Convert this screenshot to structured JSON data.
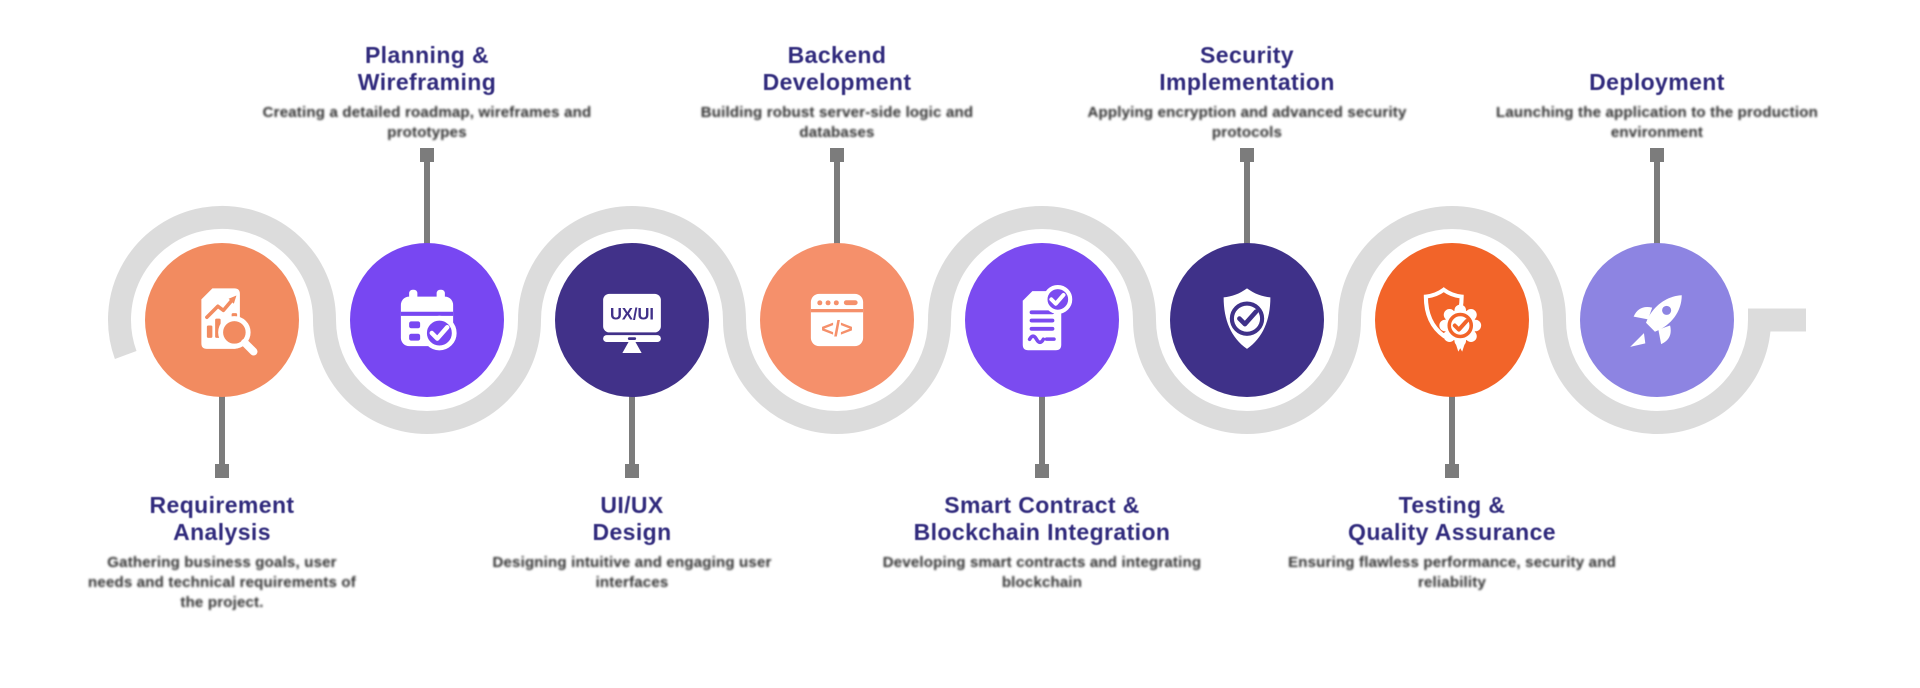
{
  "colors": {
    "background": "#ffffff",
    "ribbon": "#dcdcdc",
    "connector": "#7c7c7c",
    "title": "#312b7d",
    "description": "#2f2f2f"
  },
  "stages": [
    {
      "title": "Requirement\nAnalysis",
      "description": "Gathering business goals, user needs and technical requirements of the project.",
      "label_position": "bottom",
      "circle_color": "#f28b60",
      "icon": "analysis-document-magnifier-icon"
    },
    {
      "title": "Planning &\nWireframing",
      "description": "Creating a detailed roadmap, wireframes and prototypes",
      "label_position": "top",
      "circle_color": "#7847f2",
      "icon": "calendar-check-icon"
    },
    {
      "title": "UI/UX\nDesign",
      "description": "Designing intuitive and engaging user interfaces",
      "label_position": "bottom",
      "circle_color": "#413189",
      "icon": "uxui-monitor-icon",
      "icon_text": "UX/UI"
    },
    {
      "title": "Backend\nDevelopment",
      "description": "Building robust server-side logic and databases",
      "label_position": "top",
      "circle_color": "#f5906b",
      "icon": "code-window-icon",
      "icon_text": "</>"
    },
    {
      "title": "Smart Contract &\nBlockchain Integration",
      "description": "Developing smart contracts and integrating blockchain",
      "label_position": "bottom",
      "circle_color": "#7b4bf0",
      "icon": "contract-check-icon"
    },
    {
      "title": "Security\nImplementation",
      "description": "Applying encryption and advanced security protocols",
      "label_position": "top",
      "circle_color": "#3f3189",
      "icon": "shield-check-icon"
    },
    {
      "title": "Testing &\nQuality Assurance",
      "description": "Ensuring flawless performance, security and reliability",
      "label_position": "bottom",
      "circle_color": "#f26429",
      "icon": "shield-badge-icon"
    },
    {
      "title": "Deployment",
      "description": "Launching the application to the production environment",
      "label_position": "top",
      "circle_color": "#8d84e2",
      "icon": "rocket-icon"
    }
  ]
}
